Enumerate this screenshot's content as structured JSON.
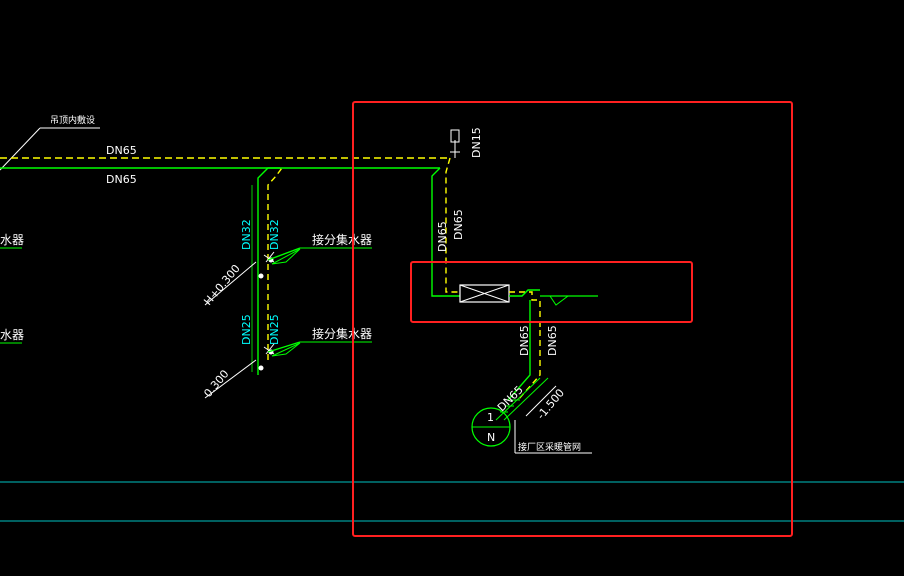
{
  "colors": {
    "background": "#000000",
    "green": "#00ff00",
    "dark_green": "#00c000",
    "yellow": "#ffff00",
    "white": "#ffffff",
    "cyan": "#00ffff",
    "cyan_line": "#00bfbf",
    "red_highlight": "#ff2020"
  },
  "labels": {
    "header_note": "吊顶内敷设",
    "main_pipe_top": "DN65",
    "main_pipe_bottom": "DN65",
    "manifold_left_1": "水器",
    "manifold_left_2": "水器",
    "manifold_right_1": "接分集水器",
    "manifold_right_2": "接分集水器",
    "riser_dn32": "DN32",
    "riser_dn32_b": "DN32",
    "riser_dn25": "DN25",
    "riser_dn25_b": "DN25",
    "elev_h": "H+0.300",
    "elev_low": "0.300",
    "valve_dn15": "DN15",
    "vertical_dn65_a": "DN65",
    "vertical_dn65_b": "DN65",
    "lower_dn65_a": "DN65",
    "lower_dn65_b": "DN65",
    "diag_dn65": "DN65",
    "elev_minus": "-1.500",
    "symbol_top": "1",
    "symbol_bottom": "N",
    "connect_note": "接厂区采暖管网"
  }
}
